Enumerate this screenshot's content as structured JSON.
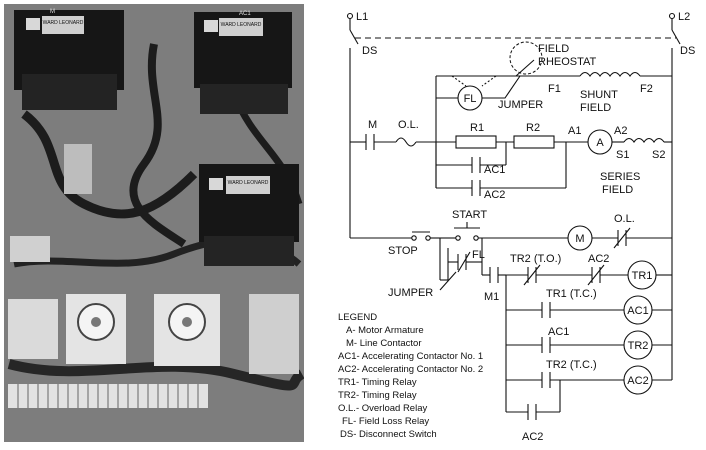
{
  "photo": {
    "nameplates": [
      {
        "brand": "WARD LEONARD",
        "code": "M"
      },
      {
        "brand": "WARD LEONARD",
        "code": "AC1"
      },
      {
        "brand": "WARD LEONARD",
        "code": ""
      }
    ]
  },
  "schematic": {
    "L1": "L1",
    "L2": "L2",
    "DS": "DS",
    "field_rheostat": [
      "FIELD",
      "RHEOSTAT"
    ],
    "shunt_field": [
      "SHUNT",
      "FIELD"
    ],
    "F1": "F1",
    "F2": "F2",
    "FL": "FL",
    "jumper": "JUMPER",
    "M": "M",
    "OL": "O.L.",
    "R1": "R1",
    "R2": "R2",
    "A1": "A1",
    "A2": "A2",
    "A": "A",
    "S1": "S1",
    "S2": "S2",
    "series_field": [
      "SERIES",
      "FIELD"
    ],
    "AC1": "AC1",
    "AC2": "AC2",
    "start": "START",
    "stop": "STOP",
    "M1": "M1",
    "TR1": "TR1",
    "TR2": "TR2",
    "tr2_to": "TR2 (T.O.)",
    "tr1_tc": "TR1 (T.C.)",
    "tr2_tc": "TR2 (T.C.)"
  },
  "legend": {
    "title": "LEGEND",
    "items": [
      "A- Motor Armature",
      "M- Line Contactor",
      "AC1- Accelerating Contactor No. 1",
      "AC2- Accelerating Contactor No. 2",
      "TR1- Timing Relay",
      "TR2- Timing Relay",
      "O.L.- Overload Relay",
      "FL- Field Loss Relay",
      "DS- Disconnect Switch"
    ]
  }
}
